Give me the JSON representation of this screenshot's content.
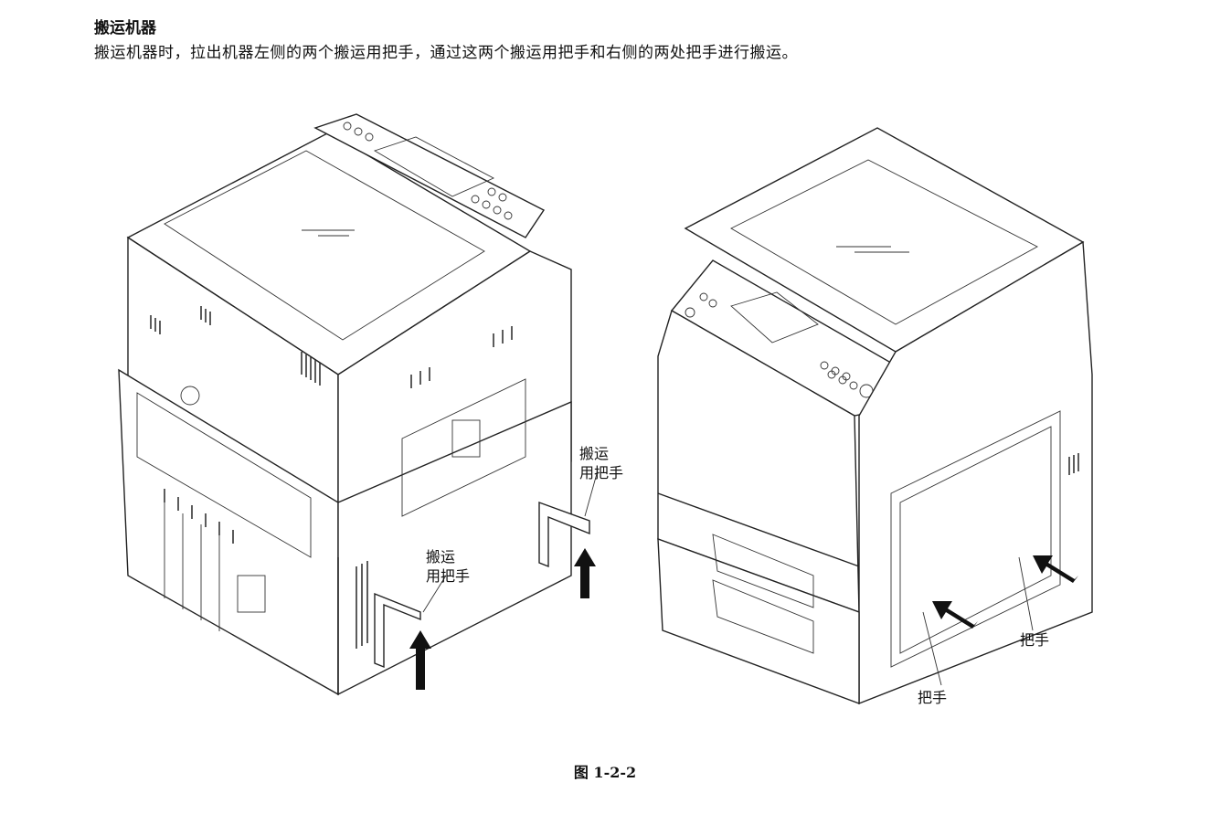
{
  "section": {
    "heading": "搬运机器",
    "body": "搬运机器时，拉出机器左侧的两个搬运用把手，通过这两个搬运用把手和右侧的两处把手进行搬运。"
  },
  "figure": {
    "caption": "图 1-2-2",
    "labels": {
      "carry_handle_upper_line1": "搬运",
      "carry_handle_upper_line2": "用把手",
      "carry_handle_lower_line1": "搬运",
      "carry_handle_lower_line2": "用把手",
      "handle_right": "把手",
      "handle_bottom": "把手"
    }
  }
}
